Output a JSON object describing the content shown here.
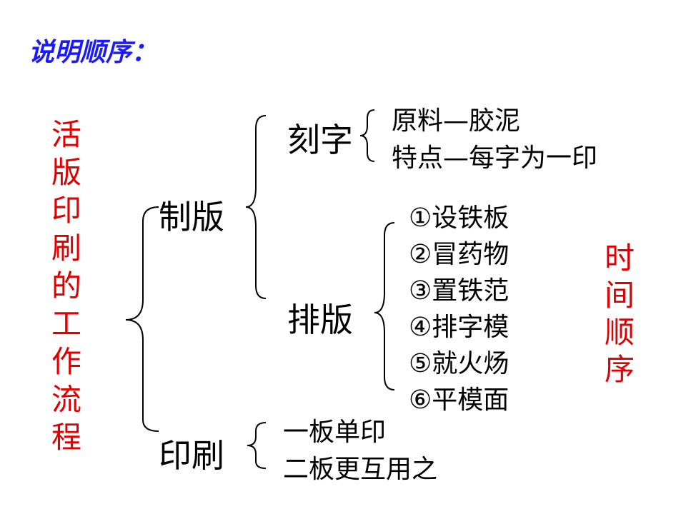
{
  "title": "说明顺序：",
  "left_label": [
    "活",
    "版",
    "印",
    "刷",
    "的",
    "工",
    "作",
    "流",
    "程"
  ],
  "right_label": [
    "时",
    "间",
    "顺",
    "序"
  ],
  "nodes": {
    "zhiban": "制版",
    "yinshua": "印刷",
    "kezi": "刻字",
    "paiban": "排版"
  },
  "kezi_items": [
    "原料—胶泥",
    "特点—每字为一印"
  ],
  "paiban_items": [
    "①设铁板",
    "②冒药物",
    "③置铁范",
    "④排字模",
    "⑤就火炀",
    "⑥平模面"
  ],
  "yinshua_items": [
    "一板单印",
    "二板更互用之"
  ]
}
